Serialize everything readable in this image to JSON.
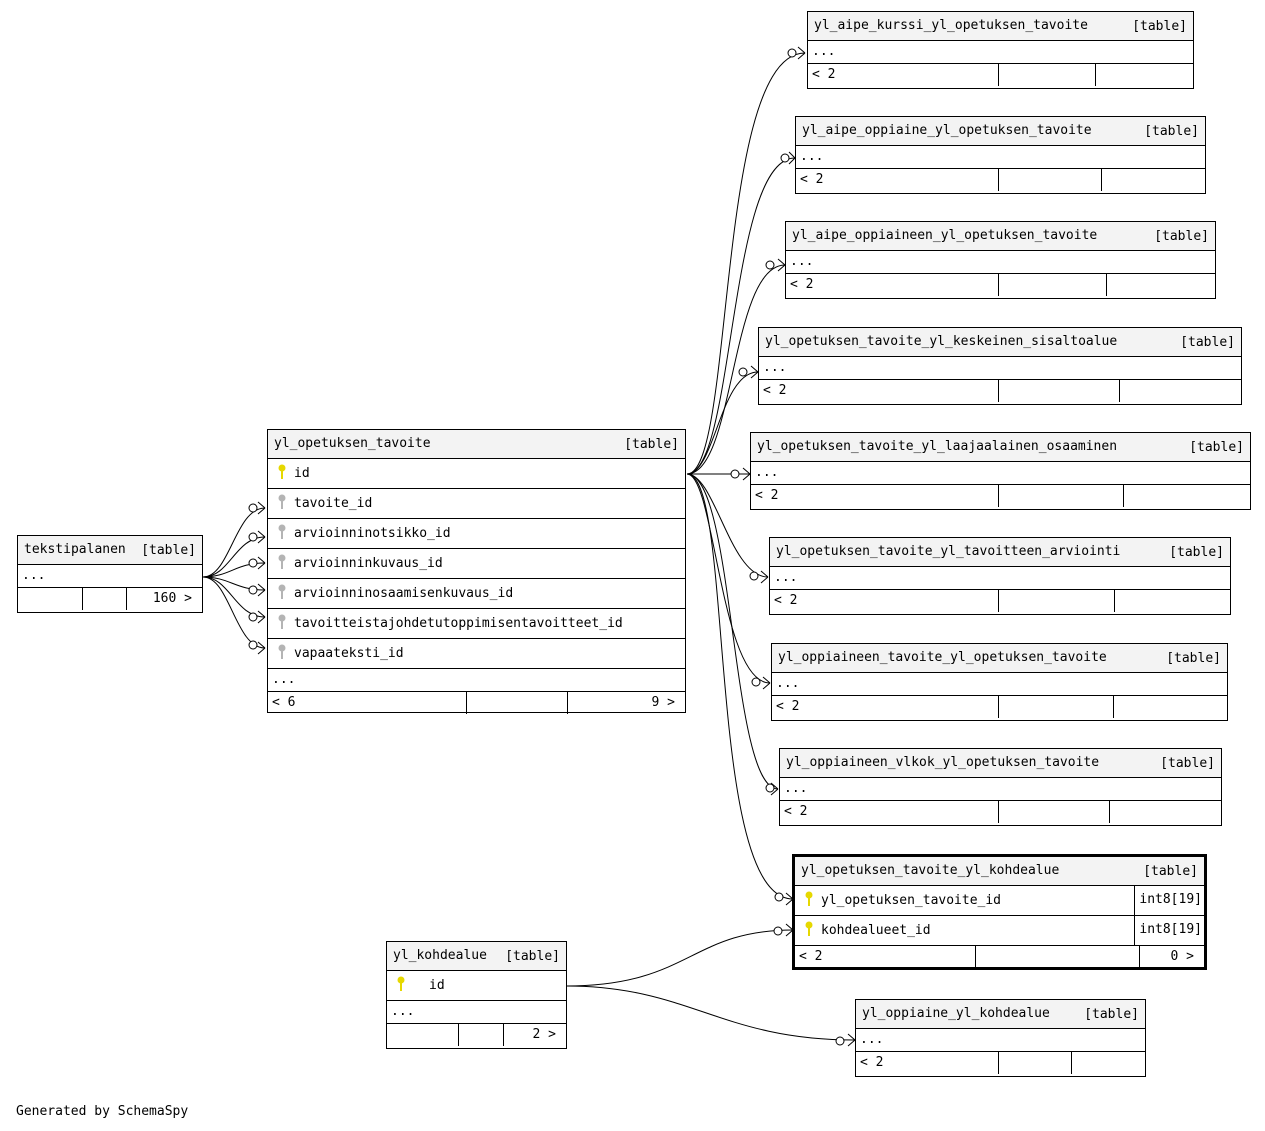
{
  "credit": "Generated by SchemaSpy",
  "table_tag": "[table]",
  "more": "...",
  "tables": {
    "main": {
      "name": "yl_opetuksen_tavoite",
      "columns": [
        "id",
        "tavoite_id",
        "arvioinninotsikko_id",
        "arvioinninkuvaus_id",
        "arvioinninosaamisenkuvaus_id",
        "tavoitteistajohdetutoppimisentavoitteet_id",
        "vapaateksti_id"
      ],
      "parents": "< 6",
      "children": "9 >"
    },
    "tekstipalanen": {
      "name": "tekstipalanen",
      "children": "160 >"
    },
    "kohdealue": {
      "name": "yl_kohdealue",
      "column": "id",
      "children": "2 >"
    },
    "link": {
      "name": "yl_opetuksen_tavoite_yl_kohdealue",
      "columns": [
        {
          "name": "yl_opetuksen_tavoite_id",
          "type": "int8[19]"
        },
        {
          "name": "kohdealueet_id",
          "type": "int8[19]"
        }
      ],
      "parents": "< 2",
      "children": "0 >"
    },
    "t1": {
      "name": "yl_aipe_kurssi_yl_opetuksen_tavoite",
      "parents": "< 2"
    },
    "t2": {
      "name": "yl_aipe_oppiaine_yl_opetuksen_tavoite",
      "parents": "< 2"
    },
    "t3": {
      "name": "yl_aipe_oppiaineen_yl_opetuksen_tavoite",
      "parents": "< 2"
    },
    "t4": {
      "name": "yl_opetuksen_tavoite_yl_keskeinen_sisaltoalue",
      "parents": "< 2"
    },
    "t5": {
      "name": "yl_opetuksen_tavoite_yl_laajaalainen_osaaminen",
      "parents": "< 2"
    },
    "t6": {
      "name": "yl_opetuksen_tavoite_yl_tavoitteen_arviointi",
      "parents": "< 2"
    },
    "t7": {
      "name": "yl_oppiaineen_tavoite_yl_opetuksen_tavoite",
      "parents": "< 2"
    },
    "t8": {
      "name": "yl_oppiaineen_vlkok_yl_opetuksen_tavoite",
      "parents": "< 2"
    },
    "t9": {
      "name": "yl_oppiaine_yl_kohdealue",
      "parents": "< 2"
    }
  },
  "colors": {
    "primary_key": "#e6d800",
    "foreign_key": "#b4b4b4",
    "header_bg": "#f3f3f3"
  },
  "icons": {
    "primary_key": "key-icon-yellow",
    "foreign_key": "key-icon-gray"
  }
}
